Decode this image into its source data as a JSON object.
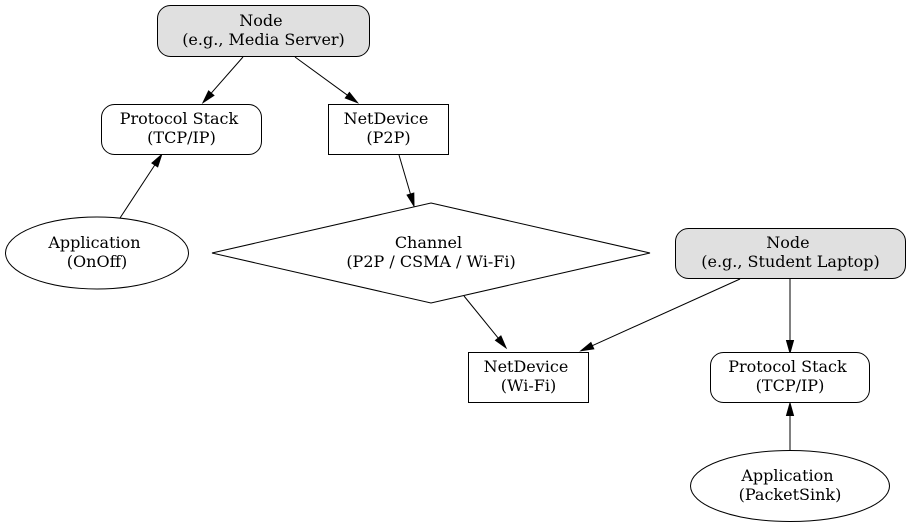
{
  "colors": {
    "node_fill": "#e0e0e0",
    "default_fill": "#ffffff",
    "stroke": "#000000"
  },
  "nodes": {
    "node_media_server": {
      "line1": "Node",
      "line2": "(e.g., Media Server)"
    },
    "protocol_stack_1": {
      "line1": "Protocol Stack",
      "line2": "(TCP/IP)"
    },
    "netdevice_p2p": {
      "line1": "NetDevice",
      "line2": "(P2P)"
    },
    "application_onoff": {
      "line1": "Application",
      "line2": "(OnOff)"
    },
    "channel": {
      "line1": "Channel",
      "line2": "(P2P / CSMA / Wi-Fi)"
    },
    "node_student_laptop": {
      "line1": "Node",
      "line2": "(e.g., Student Laptop)"
    },
    "netdevice_wifi": {
      "line1": "NetDevice",
      "line2": "(Wi-Fi)"
    },
    "protocol_stack_2": {
      "line1": "Protocol Stack",
      "line2": "(TCP/IP)"
    },
    "application_packetsink": {
      "line1": "Application",
      "line2": "(PacketSink)"
    }
  },
  "edges": [
    {
      "from": "node_media_server",
      "to": "protocol_stack_1"
    },
    {
      "from": "node_media_server",
      "to": "netdevice_p2p"
    },
    {
      "from": "application_onoff",
      "to": "protocol_stack_1"
    },
    {
      "from": "netdevice_p2p",
      "to": "channel"
    },
    {
      "from": "channel",
      "to": "netdevice_wifi"
    },
    {
      "from": "node_student_laptop",
      "to": "netdevice_wifi"
    },
    {
      "from": "node_student_laptop",
      "to": "protocol_stack_2"
    },
    {
      "from": "application_packetsink",
      "to": "protocol_stack_2"
    }
  ]
}
